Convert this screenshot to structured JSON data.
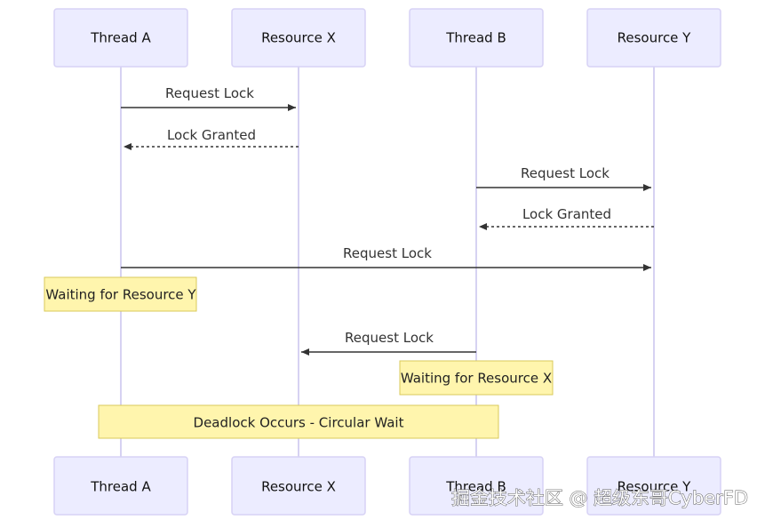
{
  "actors": [
    {
      "id": "thread-a",
      "label": "Thread A"
    },
    {
      "id": "resource-x",
      "label": "Resource X"
    },
    {
      "id": "thread-b",
      "label": "Thread B"
    },
    {
      "id": "resource-y",
      "label": "Resource Y"
    }
  ],
  "messages": [
    {
      "from": "thread-a",
      "to": "resource-x",
      "label": "Request Lock",
      "style": "solid"
    },
    {
      "from": "resource-x",
      "to": "thread-a",
      "label": "Lock Granted",
      "style": "dashed"
    },
    {
      "from": "thread-b",
      "to": "resource-y",
      "label": "Request Lock",
      "style": "solid"
    },
    {
      "from": "resource-y",
      "to": "thread-b",
      "label": "Lock Granted",
      "style": "dashed"
    },
    {
      "from": "thread-a",
      "to": "resource-y",
      "label": "Request Lock",
      "style": "solid"
    },
    {
      "from": "thread-b",
      "to": "resource-x",
      "label": "Request Lock",
      "style": "solid"
    }
  ],
  "notes": [
    {
      "over": "thread-a",
      "label": "Waiting for Resource Y"
    },
    {
      "over": "thread-b",
      "label": "Waiting for Resource X"
    },
    {
      "over": "thread-a..thread-b",
      "label": "Deadlock Occurs - Circular Wait"
    }
  ],
  "watermark": "掘金技术社区 @ 超级东哥CyberFD",
  "colors": {
    "actor_fill": "#ececff",
    "actor_stroke": "#d7d2f5",
    "lifeline": "#c8c3ee",
    "message": "#333333",
    "note_fill": "#fff5ad",
    "note_stroke": "#d8c95a"
  }
}
